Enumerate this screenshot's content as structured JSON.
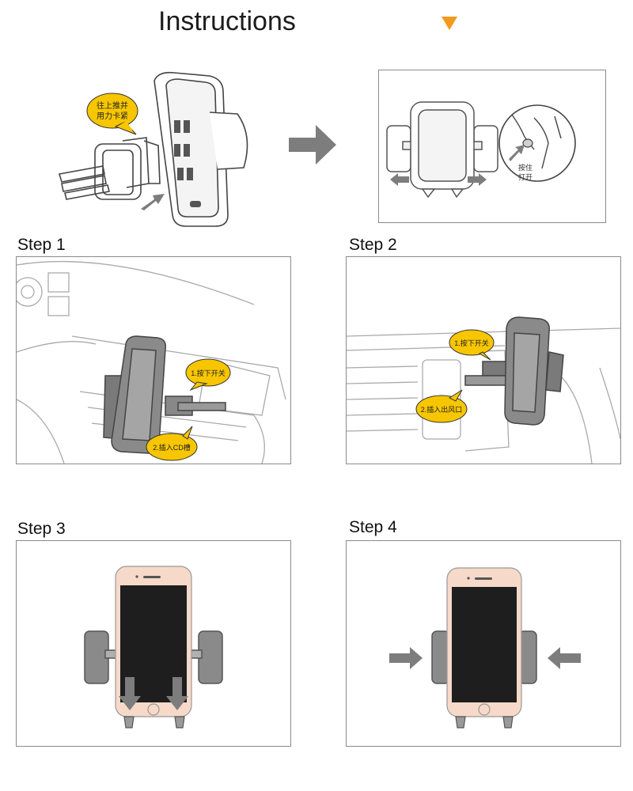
{
  "header": {
    "title": "Instructions",
    "accent_color": "#f29a1c"
  },
  "intro": {
    "assembly_bubble_line1": "往上推并",
    "assembly_bubble_line2": "用力卡紧",
    "open_note_line1": "按住",
    "open_note_line2": "打开"
  },
  "steps": [
    {
      "label": "Step 1",
      "bubble_1": "1.按下开关",
      "bubble_2": "2.插入CD槽"
    },
    {
      "label": "Step 2",
      "bubble_1": "1.按下开关",
      "bubble_2": "2.插入出风口"
    },
    {
      "label": "Step 3"
    },
    {
      "label": "Step 4"
    }
  ],
  "colors": {
    "bubble_fill": "#f7c600",
    "arrow_gray": "#7d7d7d",
    "device_gray": "#8a8a8a",
    "phone_screen": "#1e1e1e",
    "phone_frame": "#f6d9c8"
  }
}
